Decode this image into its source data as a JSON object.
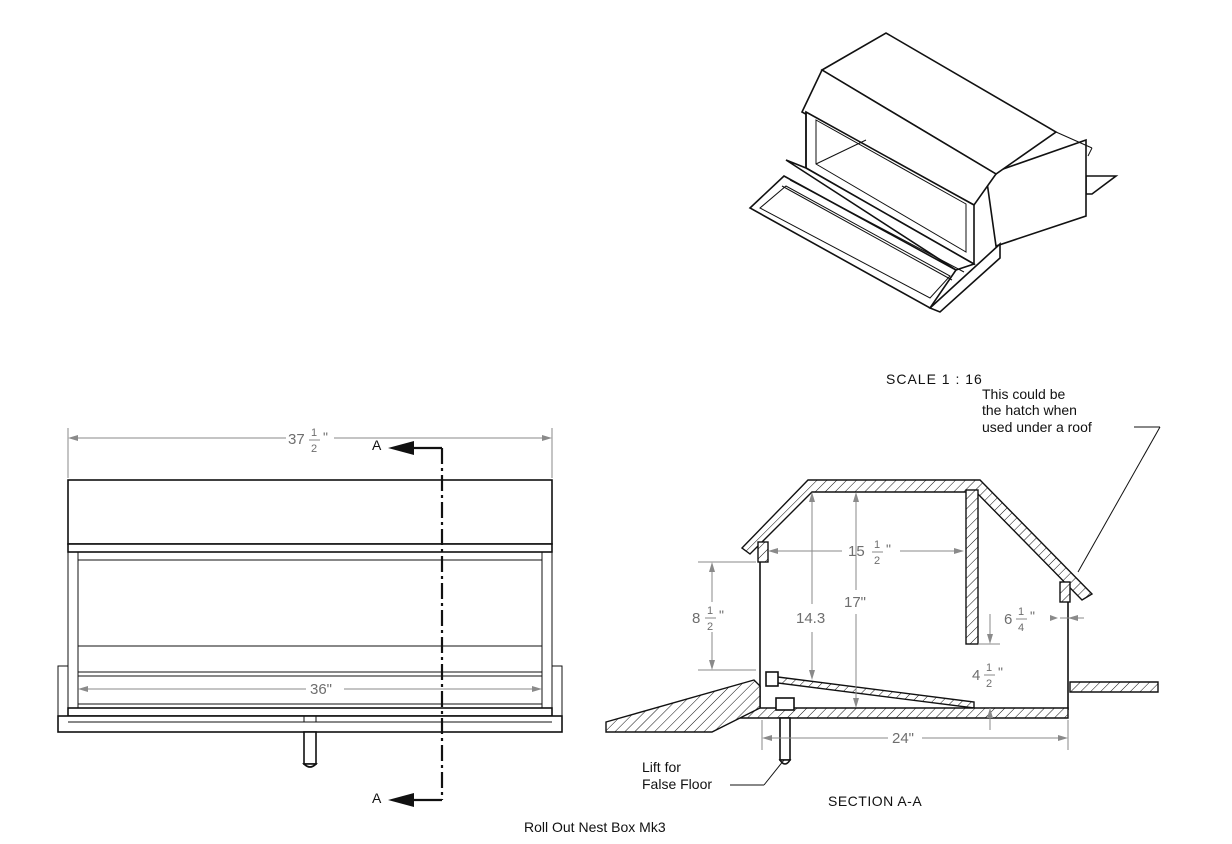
{
  "title": "Roll Out Nest Box Mk3",
  "scale_note": "SCALE 1 : 16",
  "section_label": "SECTION A-A",
  "section_markers": [
    "A",
    "A"
  ],
  "notes": {
    "hatch_line1": "This could be",
    "hatch_line2": "the hatch when",
    "hatch_line3": "used under a roof",
    "lift_line1": "Lift for",
    "lift_line2": "False Floor"
  },
  "front_view": {
    "overall_width_whole": "37",
    "overall_width_num": "1",
    "overall_width_den": "2",
    "inch": "\"",
    "inner_width": "36\""
  },
  "section_view": {
    "inner_width_whole": "15",
    "inner_width_num": "1",
    "inner_width_den": "2",
    "front_height_whole": "8",
    "front_height_num": "1",
    "front_height_den": "2",
    "inner_height": "14.3",
    "overall_height": "17\"",
    "back_gap_whole": "6",
    "back_gap_num": "1",
    "back_gap_den": "4",
    "baffle_gap_whole": "4",
    "baffle_gap_num": "1",
    "baffle_gap_den": "2",
    "depth": "24\""
  }
}
